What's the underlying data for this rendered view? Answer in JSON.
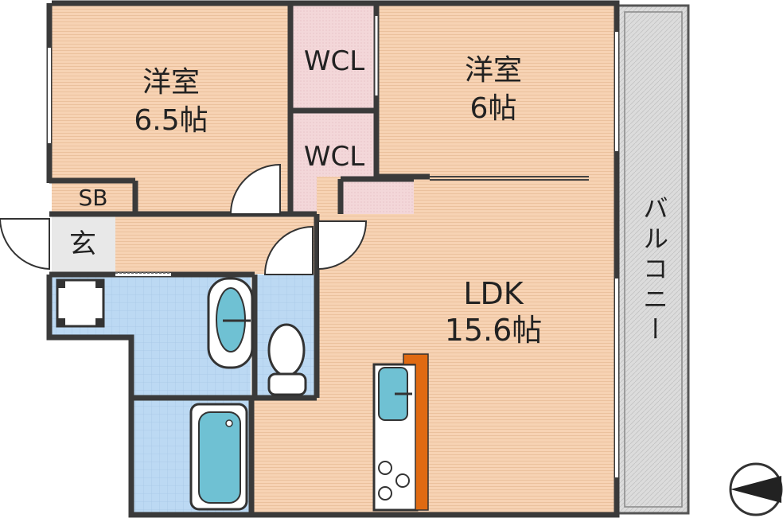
{
  "rooms": {
    "western_left": {
      "name": "洋室",
      "size": "6.5帖"
    },
    "western_right": {
      "name": "洋室",
      "size": "6帖"
    },
    "wcl_top": {
      "name": "WCL"
    },
    "wcl_bottom": {
      "name": "WCL"
    },
    "shoe_box": {
      "name": "SB"
    },
    "entrance": {
      "name": "玄"
    },
    "ldk": {
      "name": "LDK",
      "size": "15.6帖"
    },
    "balcony": {
      "name": "バルコニー"
    }
  },
  "colors": {
    "room_floor": "#f7d3b4",
    "wet_area": "#bcd9f3",
    "closet": "#f3d7d9",
    "balcony": "#dcdcdc",
    "wall": "#3a3a3a",
    "fixture": "#6fc1d3",
    "counter": "#e06a12"
  },
  "icons": [
    "compass-icon",
    "door-swing-icon",
    "toilet-icon",
    "bathtub-icon",
    "washbasin-icon",
    "sink-icon",
    "stove-icon",
    "washing-machine-icon"
  ]
}
